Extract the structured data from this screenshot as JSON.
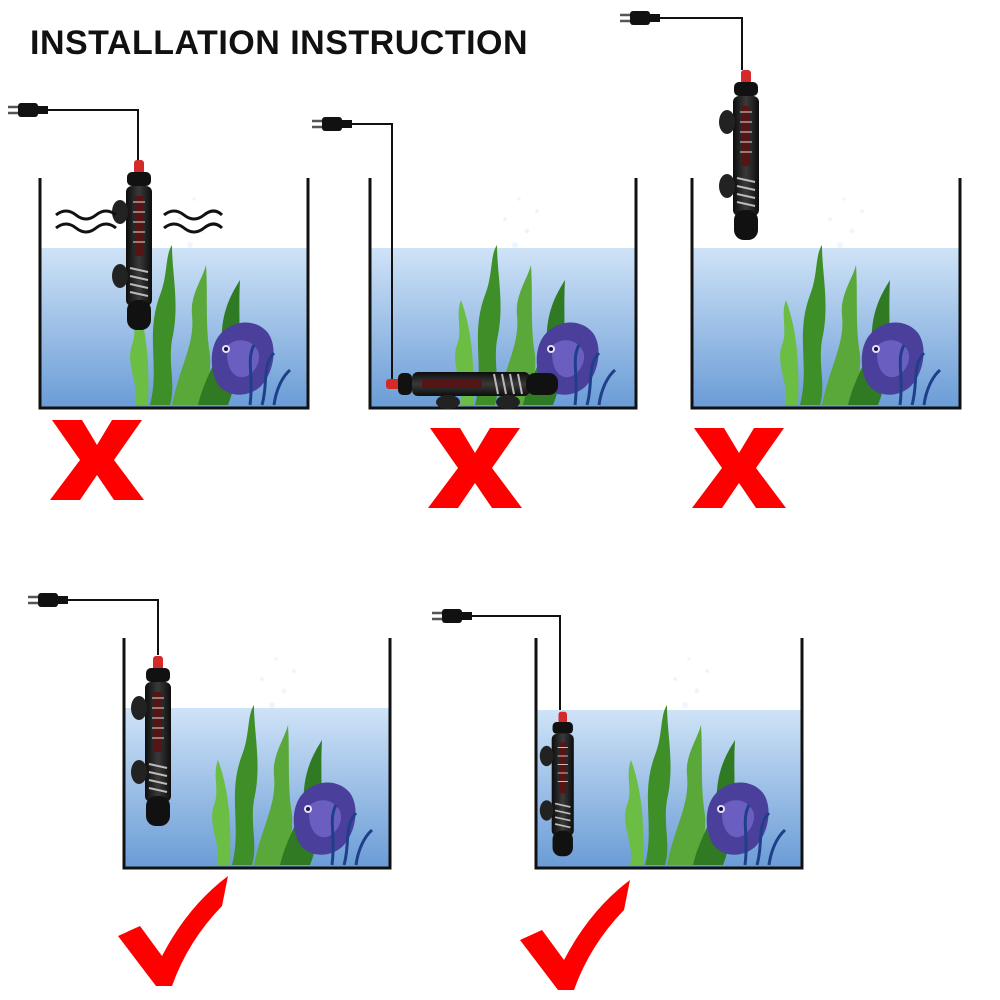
{
  "title": "INSTALLATION INSTRUCTION",
  "colors": {
    "water_top": "#c9def5",
    "water_bottom": "#6f9fd8",
    "tank_wall": "#111111",
    "wrong_mark": "#ff0000",
    "correct_mark": "#ff0000",
    "heater_body": "#1c1c1c",
    "heater_cap": "#d42a2a",
    "plant": "#4f9a2c",
    "fish": "#4a3f9a"
  },
  "panels": [
    {
      "id": "p1",
      "heater": "vertical-out-of-water",
      "result": "wrong",
      "mark_icon": "cross-icon"
    },
    {
      "id": "p2",
      "heater": "horizontal-bottom",
      "result": "wrong",
      "mark_icon": "cross-icon"
    },
    {
      "id": "p3",
      "heater": "above-tank",
      "result": "wrong",
      "mark_icon": "cross-icon"
    },
    {
      "id": "p4",
      "heater": "vertical-submerged",
      "result": "correct",
      "mark_icon": "check-icon"
    },
    {
      "id": "p5",
      "heater": "vertical-submerged",
      "result": "correct",
      "mark_icon": "check-icon"
    }
  ]
}
